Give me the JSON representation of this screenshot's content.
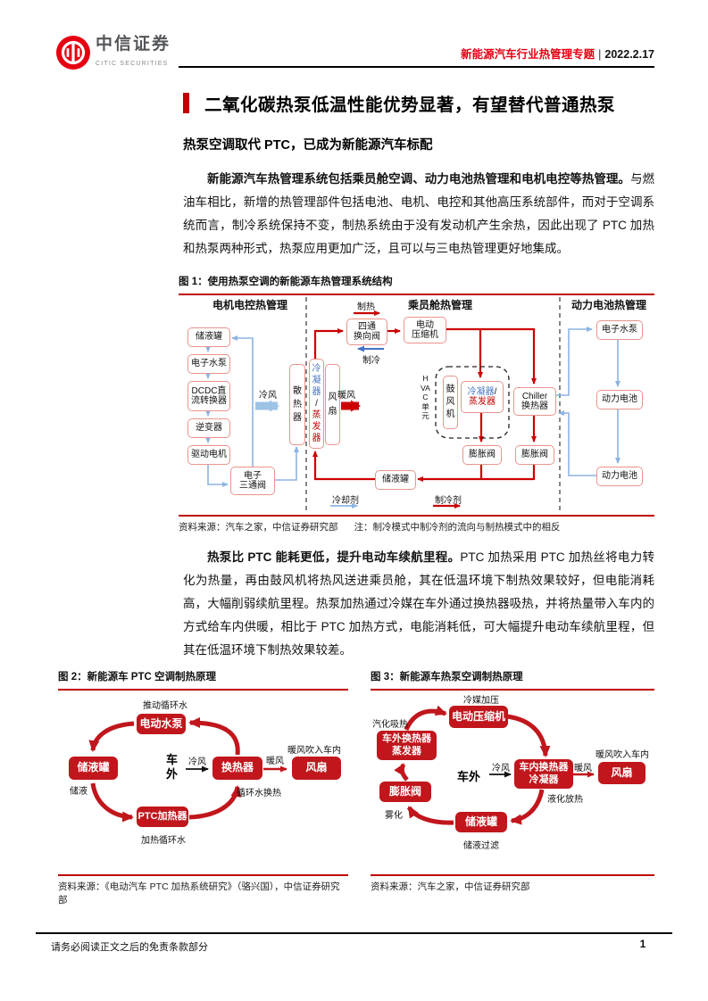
{
  "colors": {
    "brand_red": "#e60012",
    "rule_red": "#c00000",
    "diagram_red": "#cc0000",
    "node_fill_red": "#c0161c",
    "line_blue": "#8db4e2",
    "wind_blue": "#9dc3e6",
    "text_blue": "#4472c4"
  },
  "header": {
    "brand_cn": "中信证券",
    "brand_en": "CITIC SECURITIES",
    "report_title": "新能源汽车行业热管理专题",
    "sep": "|",
    "date": "2022.2.17"
  },
  "section": {
    "title": "二氧化碳热泵低温性能优势显著，有望替代普通热泵"
  },
  "paras": {
    "sub1": "热泵空调取代 PTC，已成为新能源汽车标配",
    "p1_bold": "新能源汽车热管理系统包括乘员舱空调、动力电池热管理和电机电控等热管理。",
    "p1_rest": "与燃油车相比，新增的热管理部件包括电池、电机、电控和其他高压系统部件，而对于空调系统而言，制冷系统保持不变，制热系统由于没有发动机产生余热，因此出现了 PTC 加热和热泵两种形式，热泵应用更加广泛，且可以与三电热管理更好地集成。",
    "p2_bold": "热泵比 PTC 能耗更低，提升电动车续航里程。",
    "p2_rest": "PTC 加热采用 PTC 加热丝将电力转化为热量，再由鼓风机将热风送进乘员舱，其在低温环境下制热效果较好，但电能消耗高，大幅削弱续航里程。热泵加热通过冷媒在车外通过换热器吸热，并将热量带入车内的方式给车内供暖，相比于 PTC 加热方式，电能消耗低，可大幅提升电动车续航里程，但其在低温环境下制热效果较差。"
  },
  "fig1": {
    "title": "图 1：使用热泵空调的新能源车热管理系统结构",
    "source": "资料来源：汽车之家，中信证券研究部",
    "note": "注：制冷模式中制冷剂的流向与制热模式中的相反",
    "headers": {
      "left": "电机电控热管理",
      "mid": "乘员舱热管理",
      "right": "动力电池热管理"
    },
    "labels": {
      "heat": "制热",
      "cool": "制冷",
      "cold_wind": "冷风",
      "warm_wind": "暖风",
      "coolant": "冷却剂",
      "refrigerant": "制冷剂",
      "hvac": "HVAC单元"
    },
    "nodes": {
      "tank_l": "储液罐",
      "pump_l": "电子水泵",
      "dcdc": "DCDC直流转换器",
      "inverter": "逆变器",
      "motor": "驱动电机",
      "valve3": [
        "电子",
        "三通阀"
      ],
      "radiator": "散热器",
      "fan": "风扇",
      "cond": "冷凝器",
      "slash": "/",
      "evap": "蒸发器",
      "valve4": [
        "四通",
        "换向阀"
      ],
      "compressor": [
        "电动",
        "压缩机"
      ],
      "blower": "鼓风机",
      "expv": "膨胀阀",
      "chiller": [
        "Chiller",
        "换热器"
      ],
      "tank_m": "储液罐",
      "pump_r": "电子水泵",
      "battery1": "动力电池",
      "battery2": "动力电池"
    }
  },
  "fig2": {
    "title": "图 2：新能源车 PTC 空调制热原理",
    "source": "资料来源：《电动汽车 PTC 加热系统研究》（骆兴国），中信证券研究部",
    "nodes": {
      "pump": "电动水泵",
      "tank": "储液罐",
      "ptc": "PTC加热器",
      "hx": "换热器",
      "fan": "风扇"
    },
    "labels": {
      "push": "推动循环水",
      "store": "储液",
      "heat_water": "加热循环水",
      "hx_note": "循环水换热",
      "warm_in": "暖风吹入车内",
      "outside": "车外",
      "cold_wind": "冷风",
      "warm_wind": "暖风"
    }
  },
  "fig3": {
    "title": "图 3：新能源车热泵空调制热原理",
    "source": "资料来源：汽车之家，中信证券研究部",
    "nodes": {
      "compressor": "电动压缩机",
      "evap": [
        "车外换热器",
        "蒸发器"
      ],
      "expv": "膨胀阀",
      "tank": "储液罐",
      "cond": [
        "车内换热器",
        "冷凝器"
      ],
      "fan": "风扇"
    },
    "labels": {
      "pressurize": "冷媒加压",
      "vaporize": "汽化吸热",
      "atomize": "雾化",
      "filter": "储液过滤",
      "liquefy": "液化放热",
      "warm_in": "暖风吹入车内",
      "outside": "车外",
      "cold_wind": "冷风",
      "warm_wind": "暖风"
    }
  },
  "footer": {
    "disclaimer": "请务必阅读正文之后的免责条款部分",
    "page": "1"
  }
}
